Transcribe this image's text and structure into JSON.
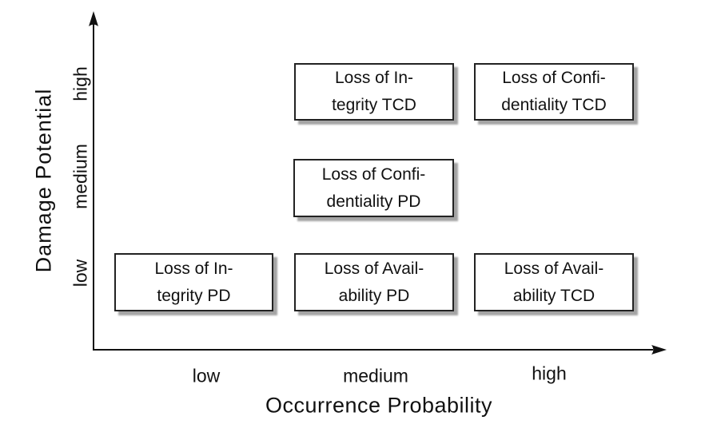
{
  "chart_data": {
    "type": "scatter",
    "title": "",
    "xlabel": "Occurrence Probability",
    "ylabel": "Damage Potential",
    "x_tick_labels": [
      "low",
      "medium",
      "high"
    ],
    "y_tick_labels": [
      "low",
      "medium",
      "high"
    ],
    "grid": false,
    "legend": false,
    "points": [
      {
        "x": "medium",
        "y": "high",
        "label": "Loss of Integrity TCD"
      },
      {
        "x": "high",
        "y": "high",
        "label": "Loss of Confidentiality TCD"
      },
      {
        "x": "medium",
        "y": "medium",
        "label": "Loss of Confidentiality PD"
      },
      {
        "x": "low",
        "y": "low",
        "label": "Loss of Integrity PD"
      },
      {
        "x": "medium",
        "y": "low",
        "label": "Loss of Availability PD"
      },
      {
        "x": "high",
        "y": "low",
        "label": "Loss of Availability TCD"
      }
    ]
  },
  "axes": {
    "x": {
      "label": "Occurrence Probability",
      "ticks": [
        "low",
        "medium",
        "high"
      ]
    },
    "y": {
      "label": "Damage Potential",
      "ticks": [
        "high",
        "medium",
        "low"
      ]
    }
  },
  "nodes": [
    {
      "line1": "Loss of In-",
      "line2": "tegrity TCD"
    },
    {
      "line1": "Loss of Confi-",
      "line2": "dentiality TCD"
    },
    {
      "line1": "Loss of Confi-",
      "line2": "dentiality PD"
    },
    {
      "line1": "Loss of In-",
      "line2": "tegrity PD"
    },
    {
      "line1": "Loss of Avail-",
      "line2": "ability PD"
    },
    {
      "line1": "Loss of Avail-",
      "line2": "ability TCD"
    }
  ],
  "colors": {
    "ink": "#111111",
    "box_border": "#222222",
    "box_fill": "#ffffff",
    "shadow": "#a4a4a4",
    "background": "#ffffff"
  }
}
